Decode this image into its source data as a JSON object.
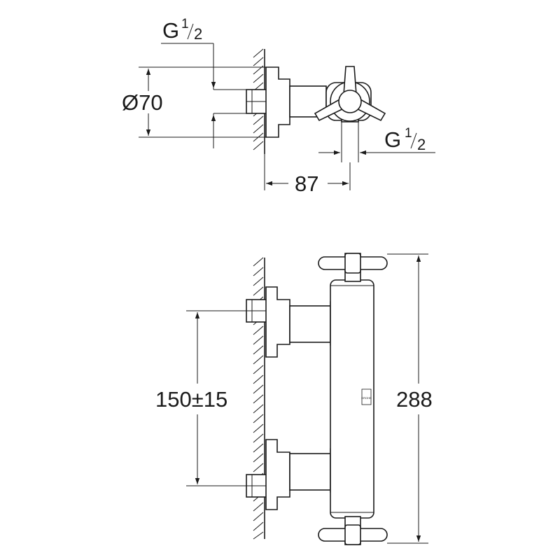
{
  "drawing": {
    "top_view": {
      "inlet_thread": {
        "main": "G",
        "sup": "1",
        "sub": "2"
      },
      "diameter_label": "Ø70",
      "outlet_thread": {
        "main": "G",
        "sup": "1",
        "sub": "2"
      },
      "depth_label": "87"
    },
    "front_view": {
      "spacing_label": "150±15",
      "height_label": "288",
      "logo_text": "GROHE"
    }
  }
}
